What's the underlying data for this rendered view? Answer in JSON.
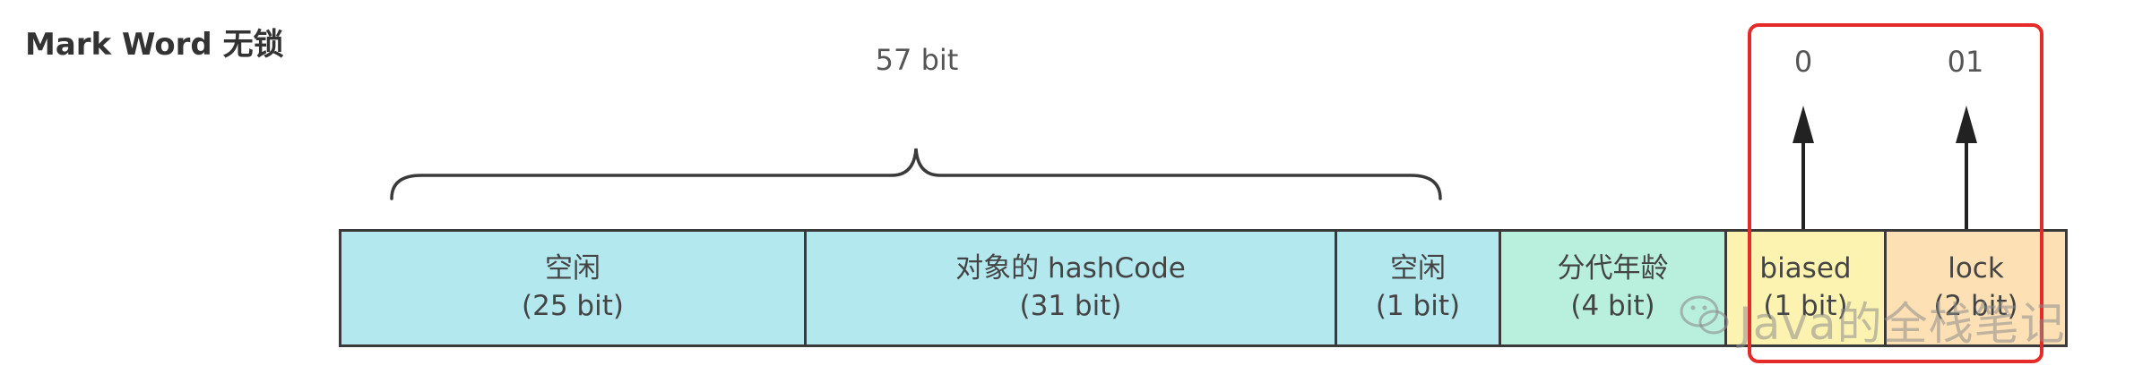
{
  "title": "Mark Word 无锁",
  "span_label": "57 bit",
  "bit_labels": {
    "biased": "0",
    "lock": "01"
  },
  "segments": [
    {
      "name": "空闲",
      "bits": "(25 bit)"
    },
    {
      "name": "对象的 hashCode",
      "bits": "(31 bit)"
    },
    {
      "name": "空闲",
      "bits": "(1 bit)"
    },
    {
      "name": "分代年龄",
      "bits": "(4 bit)"
    },
    {
      "name": "biased",
      "bits": "(1 bit)"
    },
    {
      "name": "lock",
      "bits": "(2 bit)"
    }
  ],
  "colors": {
    "free": "#b3e8ee",
    "age": "#b8f0dd",
    "biased": "#fdf3b0",
    "lock": "#fde0b3",
    "highlight": "#e62a2a"
  },
  "watermark": "Java的全栈笔记",
  "icons": {
    "watermark_logo": "wechat-icon"
  }
}
